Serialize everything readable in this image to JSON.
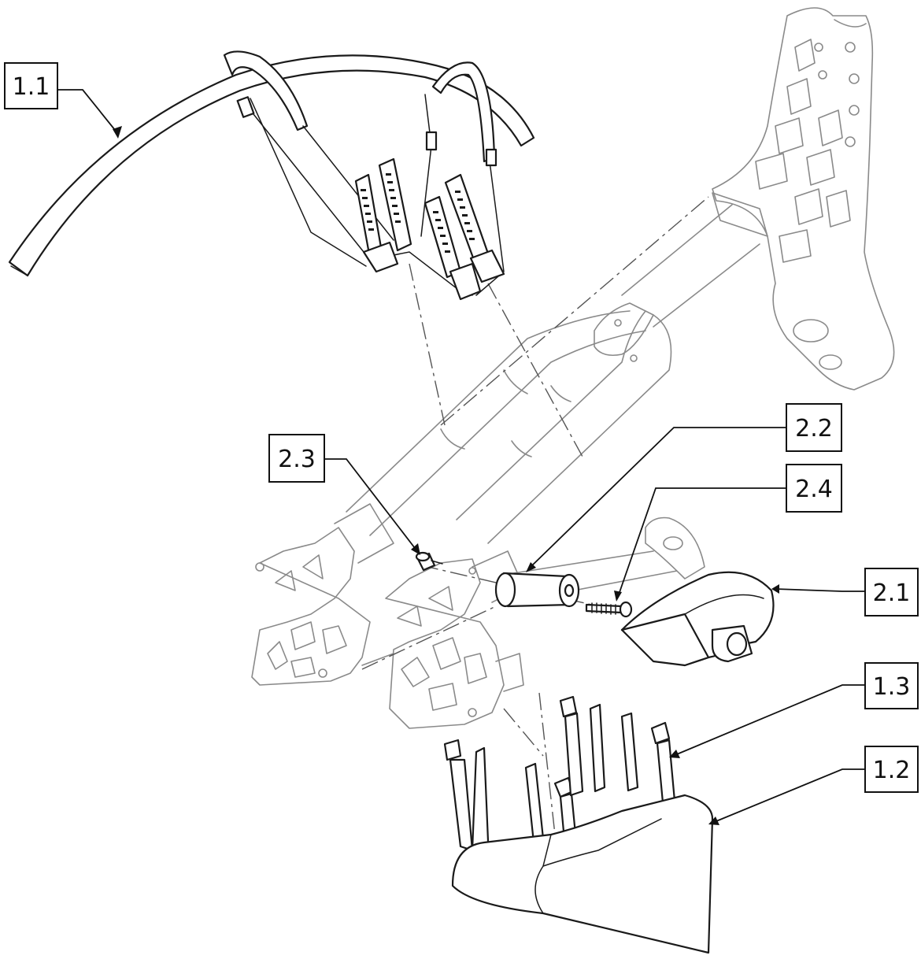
{
  "callouts": {
    "c1_1": "1.1",
    "c1_2": "1.2",
    "c1_3": "1.3",
    "c2_1": "2.1",
    "c2_2": "2.2",
    "c2_3": "2.3",
    "c2_4": "2.4"
  }
}
